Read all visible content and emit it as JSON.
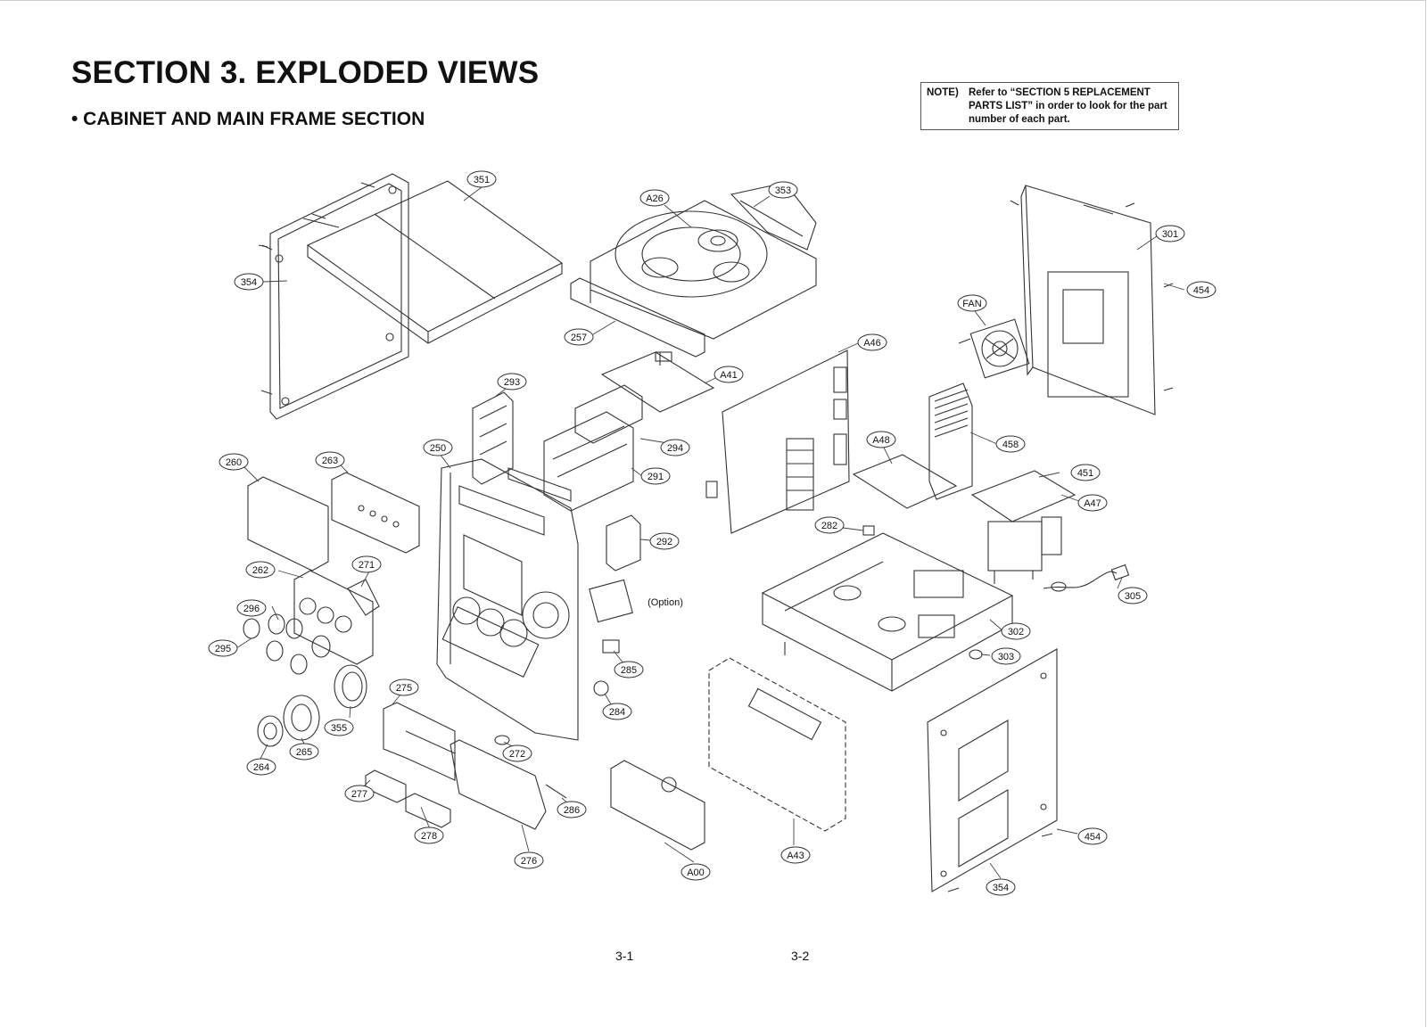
{
  "header": {
    "title": "SECTION 3. EXPLODED VIEWS",
    "subtitle": "• CABINET AND MAIN FRAME SECTION"
  },
  "note": {
    "label": "NOTE)",
    "text": "Refer to “SECTION 5 REPLACEMENT PARTS LIST” in order to look for the part number of each part."
  },
  "callouts": [
    {
      "id": "c351",
      "label": "351"
    },
    {
      "id": "c354a",
      "label": "354"
    },
    {
      "id": "cA26",
      "label": "A26"
    },
    {
      "id": "c353",
      "label": "353"
    },
    {
      "id": "c257",
      "label": "257"
    },
    {
      "id": "cA41",
      "label": "A41"
    },
    {
      "id": "c301",
      "label": "301"
    },
    {
      "id": "c454a",
      "label": "454"
    },
    {
      "id": "cFAN",
      "label": "FAN"
    },
    {
      "id": "cA46",
      "label": "A46"
    },
    {
      "id": "c293",
      "label": "293"
    },
    {
      "id": "c294",
      "label": "294"
    },
    {
      "id": "c260",
      "label": "260"
    },
    {
      "id": "c263",
      "label": "263"
    },
    {
      "id": "c250",
      "label": "250"
    },
    {
      "id": "c291",
      "label": "291"
    },
    {
      "id": "cA48",
      "label": "A48"
    },
    {
      "id": "c458",
      "label": "458"
    },
    {
      "id": "c451",
      "label": "451"
    },
    {
      "id": "cA47",
      "label": "A47"
    },
    {
      "id": "c282",
      "label": "282"
    },
    {
      "id": "c292",
      "label": "292"
    },
    {
      "id": "c262",
      "label": "262"
    },
    {
      "id": "c271",
      "label": "271"
    },
    {
      "id": "c305",
      "label": "305"
    },
    {
      "id": "c296",
      "label": "296"
    },
    {
      "id": "c295",
      "label": "295"
    },
    {
      "id": "c302",
      "label": "302"
    },
    {
      "id": "c303",
      "label": "303"
    },
    {
      "id": "c285",
      "label": "285"
    },
    {
      "id": "c275",
      "label": "275"
    },
    {
      "id": "c355",
      "label": "355"
    },
    {
      "id": "c284",
      "label": "284"
    },
    {
      "id": "c265",
      "label": "265"
    },
    {
      "id": "c264",
      "label": "264"
    },
    {
      "id": "c272",
      "label": "272"
    },
    {
      "id": "c277",
      "label": "277"
    },
    {
      "id": "c286",
      "label": "286"
    },
    {
      "id": "c278",
      "label": "278"
    },
    {
      "id": "c276",
      "label": "276"
    },
    {
      "id": "cA00",
      "label": "A00"
    },
    {
      "id": "cA43",
      "label": "A43"
    },
    {
      "id": "c454b",
      "label": "454"
    },
    {
      "id": "c354b",
      "label": "354"
    }
  ],
  "option_label": "(Option)",
  "page_numbers": {
    "left": "3-1",
    "right": "3-2"
  }
}
